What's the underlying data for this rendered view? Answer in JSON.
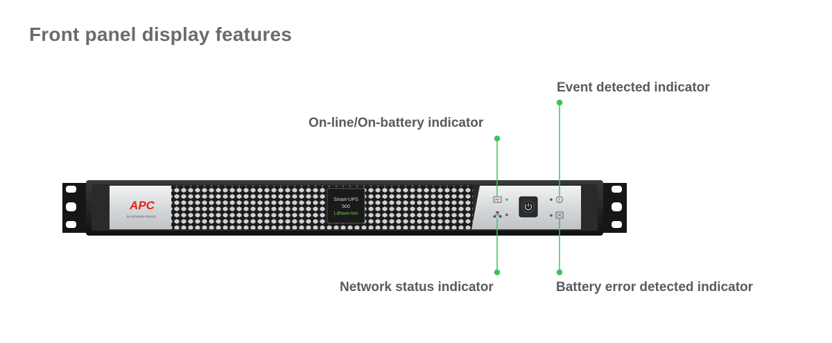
{
  "title": "Front panel display features",
  "callouts": {
    "event": "Event detected indicator",
    "online": "On-line/On-battery indicator",
    "network": "Network status indicator",
    "battery": "Battery error detected indicator"
  },
  "device": {
    "brand": "APC",
    "brand_sub": "by Schneider Electric",
    "model_line1": "Smart-UPS",
    "model_line2": "500",
    "model_line3": "Lithium-Ion"
  },
  "colors": {
    "accent_green": "#3cc35a",
    "brand_red": "#e2231a",
    "title_gray": "#6b6b6b"
  },
  "icons": [
    "power-button-icon",
    "online-indicator-icon",
    "network-indicator-icon",
    "event-indicator-icon",
    "battery-error-icon"
  ]
}
